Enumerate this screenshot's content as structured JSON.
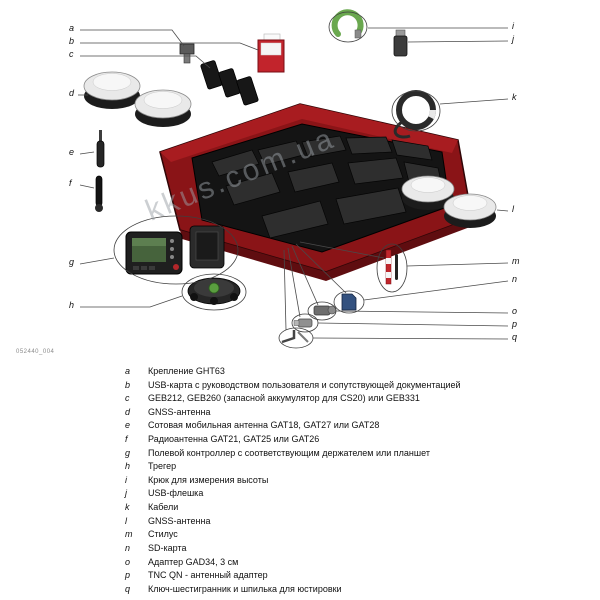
{
  "diagram": {
    "figure_code": "052440_004",
    "watermark": "kkus.com.ua",
    "labels": [
      "a",
      "b",
      "c",
      "d",
      "e",
      "f",
      "g",
      "h",
      "i",
      "j",
      "k",
      "l",
      "m",
      "n",
      "o",
      "p",
      "q"
    ]
  },
  "legend": {
    "items": [
      {
        "key": "a",
        "text": "Крепление GHT63"
      },
      {
        "key": "b",
        "text": "USB-карта с руководством пользователя и сопутствующей документацией"
      },
      {
        "key": "c",
        "text": "GEB212, GEB260 (запасной аккумулятор для CS20) или GEB331"
      },
      {
        "key": "d",
        "text": "GNSS-антенна"
      },
      {
        "key": "e",
        "text": "Сотовая мобильная антенна GAT18, GAT27 или GAT28"
      },
      {
        "key": "f",
        "text": "Радиоантенна GAT21, GAT25 или GAT26"
      },
      {
        "key": "g",
        "text": "Полевой контроллер с соответствующим держателем или планшет"
      },
      {
        "key": "h",
        "text": "Трегер"
      },
      {
        "key": "i",
        "text": "Крюк для измерения высоты"
      },
      {
        "key": "j",
        "text": "USB-флешка"
      },
      {
        "key": "k",
        "text": "Кабели"
      },
      {
        "key": "l",
        "text": "GNSS-антенна"
      },
      {
        "key": "m",
        "text": "Стилус"
      },
      {
        "key": "n",
        "text": "SD-карта"
      },
      {
        "key": "o",
        "text": "Адаптер GAD34, 3 см"
      },
      {
        "key": "p",
        "text": "TNC QN - антенный адаптер"
      },
      {
        "key": "q",
        "text": "Ключ-шестигранник и шпилька для юстировки"
      }
    ]
  },
  "colors": {
    "case_red": "#8a1417",
    "foam_black": "#141414",
    "accent_green": "#6aa84f"
  }
}
